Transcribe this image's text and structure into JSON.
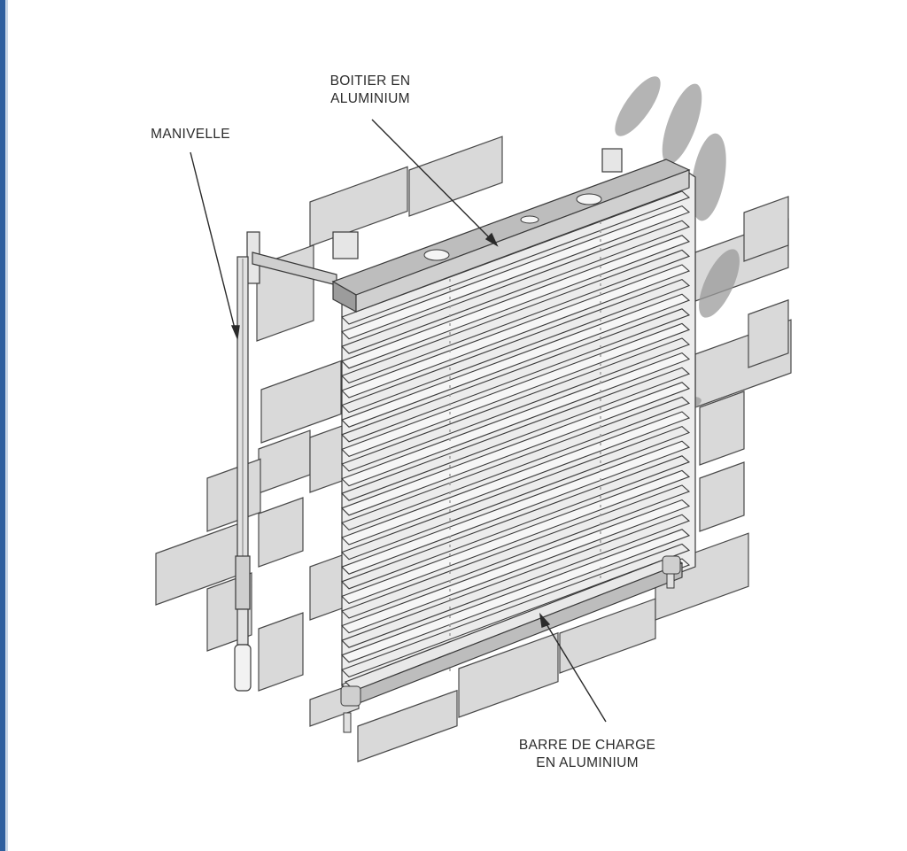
{
  "labels": {
    "manivelle": "MANIVELLE",
    "boitier_line1": "BOITIER EN",
    "boitier_line2": "ALUMINIUM",
    "barre_line1": "BARRE DE CHARGE",
    "barre_line2": "EN ALUMINIUM"
  },
  "colors": {
    "frame_accent": "#2f5f9e",
    "brick": "#d8d8d8",
    "outline": "#3a3a3a",
    "slat": "#f4f4f4",
    "leaf": "#9a9a9a"
  },
  "slat_count": 26
}
